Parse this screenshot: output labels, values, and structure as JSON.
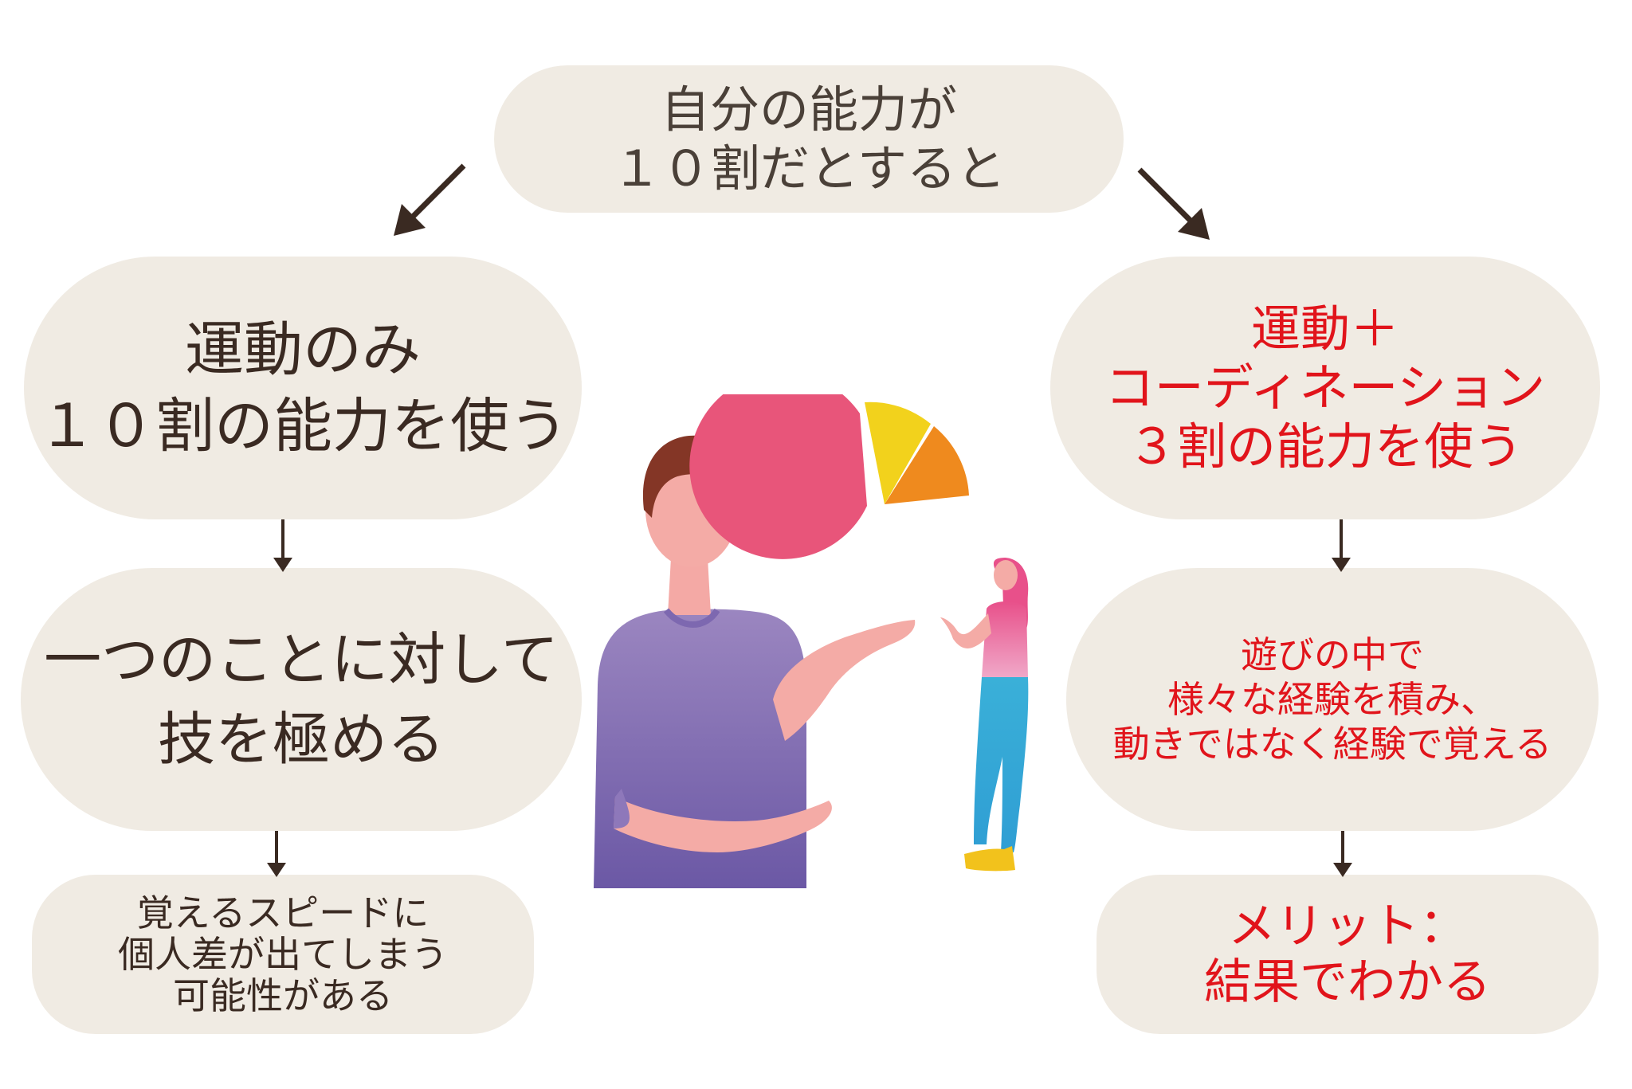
{
  "top": {
    "lines": [
      "自分の能力が",
      "１０割だとすると"
    ]
  },
  "left": {
    "box1": {
      "lines": [
        "運動のみ",
        "１０割の能力を使う"
      ]
    },
    "box2": {
      "lines": [
        "一つのことに対して",
        "技を極める"
      ]
    },
    "box3": {
      "lines": [
        "覚えるスピードに",
        "個人差が出てしまう",
        "可能性がある"
      ]
    }
  },
  "right": {
    "box1": {
      "lines": [
        "運動＋",
        "コーディネーション",
        "３割の能力を使う"
      ]
    },
    "box2": {
      "lines": [
        "遊びの中で",
        "様々な経験を積み、",
        "動きではなく経験で覚える"
      ]
    },
    "box3": {
      "lines": [
        "メリット：",
        "結果でわかる"
      ]
    }
  },
  "colors": {
    "box_fill": "#f0ebe3",
    "text_dark": "#3a2a22",
    "text_red": "#e1141b",
    "arrow": "#3a2a22",
    "pie_main": "#e8557a",
    "pie_yellow": "#f2d21c",
    "pie_orange": "#ef8a1e"
  },
  "illustration": {
    "icon": "presenter-with-pie-chart-illustration"
  }
}
